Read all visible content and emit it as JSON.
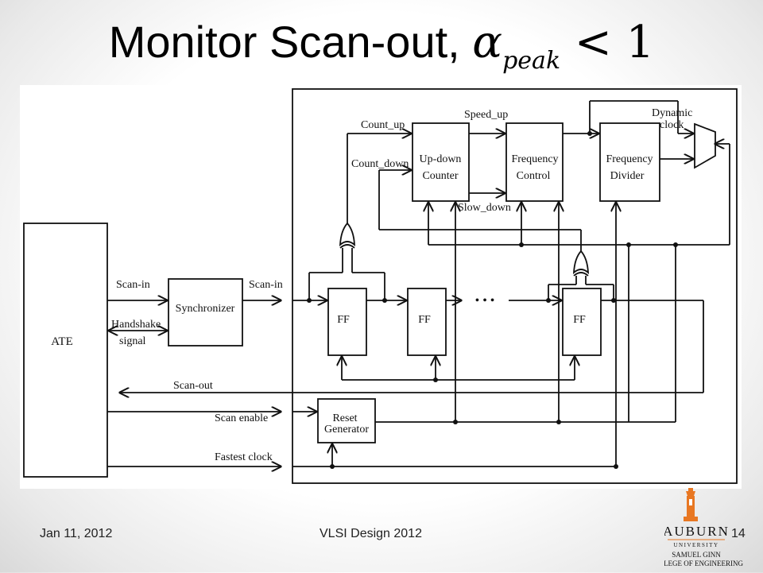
{
  "slide": {
    "title_text": "Monitor Scan-out, ",
    "title_symbol": "α",
    "title_subscript": "peak",
    "title_operator": " < 1",
    "footer_date": "Jan 11, 2012",
    "footer_center": "VLSI Design 2012",
    "page_number": "14"
  },
  "diagram": {
    "blocks": {
      "ate": "ATE",
      "synchronizer": "Synchronizer",
      "counter_line1": "Up-down",
      "counter_line2": "Counter",
      "freq_control_line1": "Frequency",
      "freq_control_line2": "Control",
      "freq_divider_line1": "Frequency",
      "freq_divider_line2": "Divider",
      "reset_line1": "Reset",
      "reset_line2": "Generator",
      "ff1": "FF",
      "ff2": "FF",
      "ff3": "FF",
      "ellipsis": "• • •"
    },
    "signals": {
      "scan_in_ate": "Scan-in",
      "scan_in_sync": "Scan-in",
      "handshake_line1": "Handshake",
      "handshake_line2": "signal",
      "scan_out": "Scan-out",
      "scan_enable": "Scan enable",
      "fastest_clock": "Fastest clock",
      "count_up": "Count_up",
      "count_down": "Count_down",
      "speed_up": "Speed_up",
      "slow_down": "Slow_down",
      "dynamic_line1": "Dynamic",
      "dynamic_line2": "clock"
    }
  },
  "logo": {
    "name": "AUBURN",
    "sub": "UNIVERSITY",
    "college_line1": "SAMUEL GINN",
    "college_line2": "COLLEGE OF ENGINEERING",
    "color": "#e87722"
  }
}
